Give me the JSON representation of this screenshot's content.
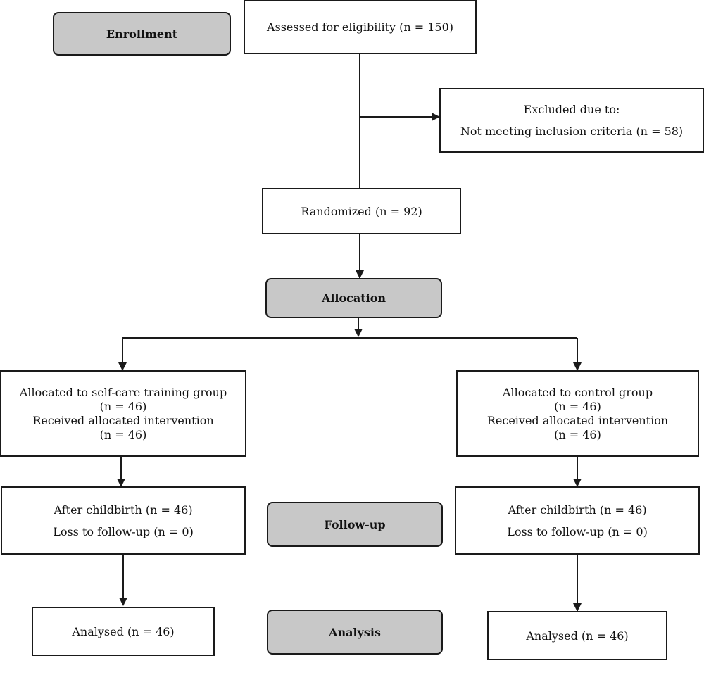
{
  "stages": {
    "enrollment": "Enrollment",
    "allocation": "Allocation",
    "followup": "Follow-up",
    "analysis": "Analysis"
  },
  "assessed": "Assessed for eligibility (n = 150)",
  "excluded": {
    "line1": "Excluded due to:",
    "line2": "Not meeting inclusion criteria (n = 58)"
  },
  "randomized": "Randomized (n = 92)",
  "intervention_group": {
    "allocated": "Allocated to self-care training group",
    "allocated_n": "(n = 46)",
    "received": "Received allocated intervention",
    "received_n": "(n = 46)",
    "after_childbirth": "After childbirth (n = 46)",
    "loss": "Loss to follow-up (n = 0)",
    "analysed": "Analysed (n = 46)"
  },
  "control_group": {
    "allocated": "Allocated to control group",
    "allocated_n": "(n = 46)",
    "received": "Received allocated intervention",
    "received_n": "(n = 46)",
    "after_childbirth": "After childbirth (n = 46)",
    "loss": "Loss to follow-up (n = 0)",
    "analysed": "Analysed (n = 46)"
  }
}
